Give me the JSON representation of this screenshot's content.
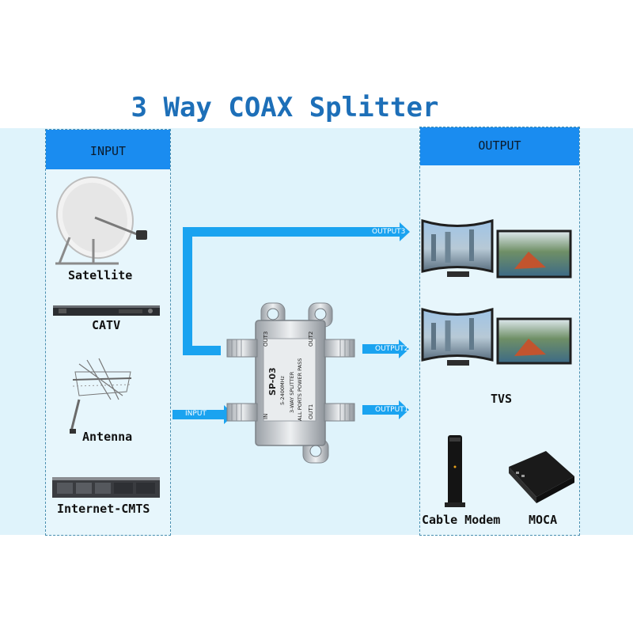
{
  "title": "3 Way COAX Splitter",
  "input_panel": {
    "header": "INPUT",
    "items": [
      "Satellite",
      "CATV",
      "Antenna",
      "Internet-CMTS"
    ]
  },
  "output_panel": {
    "header": "OUTPUT",
    "tvs_label": "TVS",
    "devices": [
      "Cable Modem",
      "MOCA"
    ]
  },
  "arrows": {
    "input": "INPUT",
    "output1": "OUTPUT1",
    "output2": "OUTPUT2",
    "output3": "OUTPUT3"
  },
  "splitter": {
    "model": "SP-03",
    "freq": "5-2400MHz",
    "type": "3-WAY SPLITTER",
    "note": "ALL PORTS POWER PASS",
    "port_in": "IN",
    "port_out1": "OUT1",
    "port_out2": "OUT2",
    "port_out3": "OUT3"
  },
  "colors": {
    "title": "#1d6fb8",
    "header": "#1a8cf0",
    "arrow": "#1aa3f0",
    "band": "#dff3fb"
  }
}
